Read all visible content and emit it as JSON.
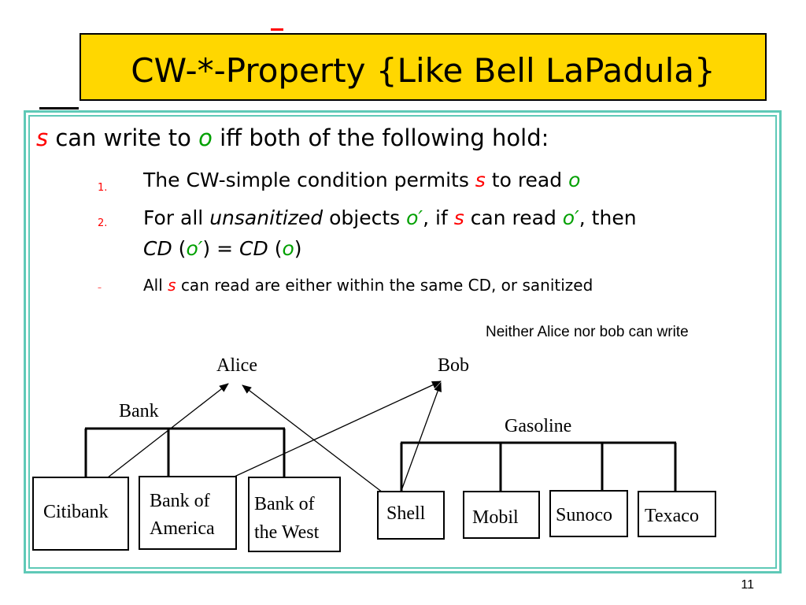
{
  "title": "CW-*-Property {Like Bell LaPadula}",
  "rule": {
    "subject": "s",
    "text_a": "can write to",
    "object": "o",
    "text_b": "iff both of the following hold:"
  },
  "items": [
    {
      "marker": "1.",
      "part1": "The CW-simple condition permits",
      "s": "s",
      "part2": "to read",
      "o": "o"
    },
    {
      "marker": "2.",
      "part1": "For all",
      "emph": "unsanitized",
      "part2": "objects",
      "o1": "o′",
      "part3": ", if",
      "s": "s",
      "part4": "can read",
      "o2": "o′",
      "part5": ", then",
      "cd1": "CD",
      "paren1": "(",
      "o3": "o′",
      "eq": ") =",
      "cd2": "CD",
      "paren2": "(",
      "o4": "o",
      "close": ")"
    }
  ],
  "subitem": {
    "marker": "–",
    "part1": "All",
    "s": "s",
    "part2": "can read are either within the same CD, or sanitized"
  },
  "note": "Neither Alice nor bob can write",
  "diagram": {
    "subjects": [
      "Alice",
      "Bob"
    ],
    "groups": [
      "Bank",
      "Gasoline"
    ],
    "banks": [
      "Citibank",
      "Bank of America",
      "Bank of the West"
    ],
    "bank_lines": {
      "america": [
        "Bank of",
        "America"
      ],
      "west": [
        "Bank of",
        "the West"
      ]
    },
    "oil": [
      "Shell",
      "Mobil",
      "Sunoco",
      "Texaco"
    ]
  },
  "slide_number": "11",
  "colors": {
    "title_bg": "#ffd700",
    "frame": "#5fc9b7",
    "subject": "#ff0000",
    "object": "#00a000"
  }
}
